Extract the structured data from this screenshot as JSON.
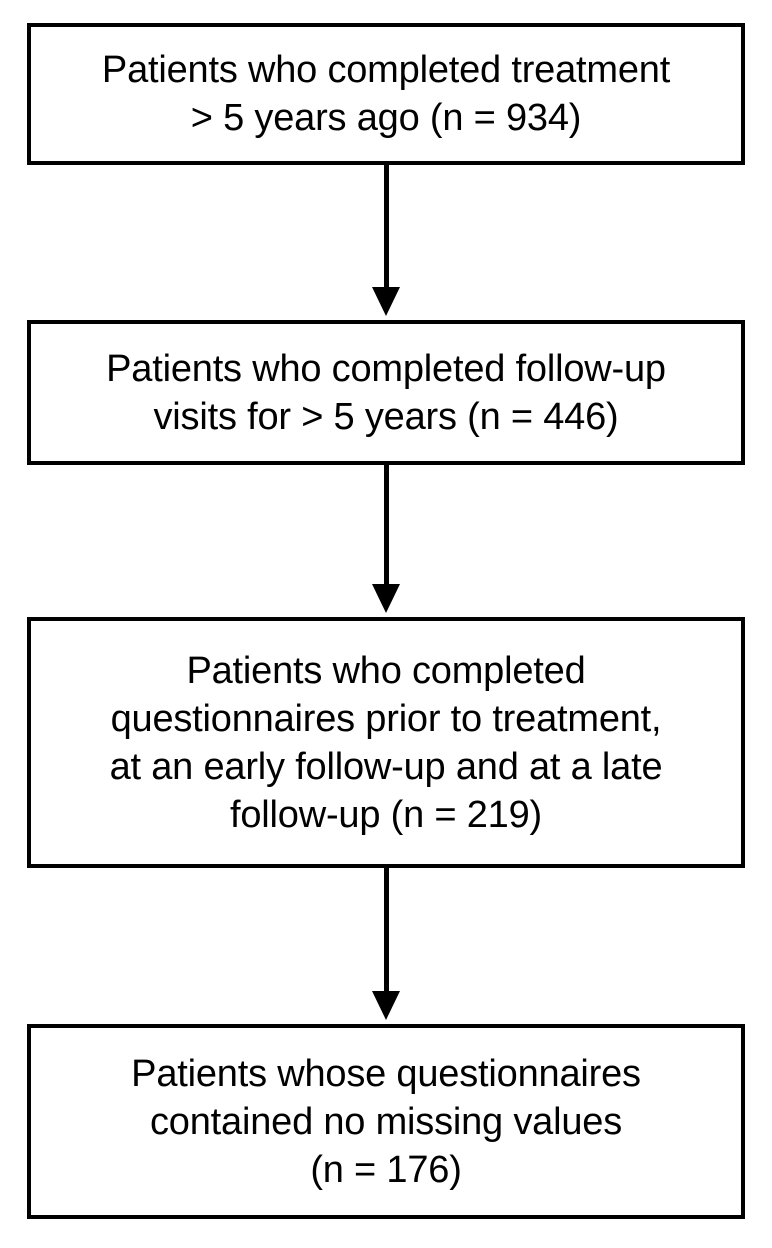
{
  "diagram": {
    "type": "flowchart",
    "orientation": "vertical",
    "title": "",
    "background_color": "#ffffff",
    "border_color": "#000000",
    "text_color": "#000000",
    "nodes": [
      {
        "id": "box-1",
        "name": "completed-treatment",
        "lines": [
          "Patients who completed treatment",
          "> 5 years ago (n = 934)"
        ],
        "count_label": "n = 934",
        "count": 934
      },
      {
        "id": "box-2",
        "name": "completed-followup-visits",
        "lines": [
          "Patients who completed follow-up",
          "visits for > 5 years (n = 446)"
        ],
        "count_label": "n = 446",
        "count": 446
      },
      {
        "id": "box-3",
        "name": "completed-questionnaires",
        "lines": [
          "Patients who completed",
          "questionnaires prior to treatment,",
          "at an early follow-up and at a late",
          "follow-up (n = 219)"
        ],
        "count_label": "n = 219",
        "count": 219
      },
      {
        "id": "box-4",
        "name": "no-missing-values",
        "lines": [
          "Patients whose questionnaires",
          "contained no missing values",
          "(n = 176)"
        ],
        "count_label": "n = 176",
        "count": 176
      }
    ],
    "connectors": [
      {
        "id": "arrow-1",
        "from": "box-1",
        "to": "box-2",
        "style": "solid-arrow-down"
      },
      {
        "id": "arrow-2",
        "from": "box-2",
        "to": "box-3",
        "style": "solid-arrow-down"
      },
      {
        "id": "arrow-3",
        "from": "box-3",
        "to": "box-4",
        "style": "solid-arrow-down"
      }
    ]
  }
}
